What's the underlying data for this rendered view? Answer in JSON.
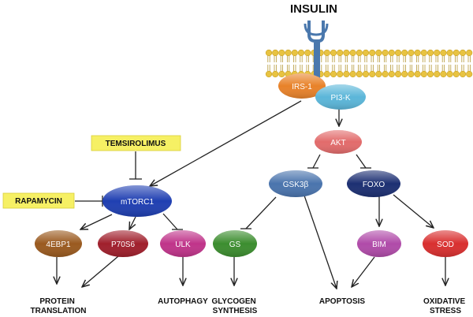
{
  "title": "INSULIN",
  "colors": {
    "irs1": "#e8822a",
    "pi3k": "#5bb6d9",
    "akt": "#e26b6b",
    "gsk3b": "#4a74ad",
    "foxo": "#1c2f72",
    "mtorc1": "#1f3fb2",
    "fourebp1": "#9a5a1f",
    "p70s6": "#a01f2c",
    "ulk": "#c0348a",
    "gs": "#3c8d2f",
    "bim": "#b04ba9",
    "sod": "#d92f2f",
    "drug_box": "#f6f064",
    "membrane_bead": "#e8c341",
    "receptor": "#4a78ad"
  },
  "nodes": {
    "irs1": "IRS-1",
    "pi3k": "PI3-K",
    "akt": "AKT",
    "gsk3b": "GSK3β",
    "foxo": "FOXO",
    "mtorc1": "mTORC1",
    "fourebp1": "4EBP1",
    "p70s6": "P70S6",
    "ulk": "ULK",
    "gs": "GS",
    "bim": "BIM",
    "sod": "SOD"
  },
  "drugs": {
    "temsirolimus": "TEMSIROLIMUS",
    "rapamycin": "RAPAMYCIN"
  },
  "outcomes": {
    "protein_translation": [
      "PROTEIN",
      "TRANSLATION"
    ],
    "autophagy": [
      "AUTOPHAGY"
    ],
    "glycogen_synthesis": [
      "GLYCOGEN",
      "SYNTHESIS"
    ],
    "apoptosis": [
      "APOPTOSIS"
    ],
    "oxidative_stress": [
      "OXIDATIVE",
      "STRESS"
    ]
  }
}
